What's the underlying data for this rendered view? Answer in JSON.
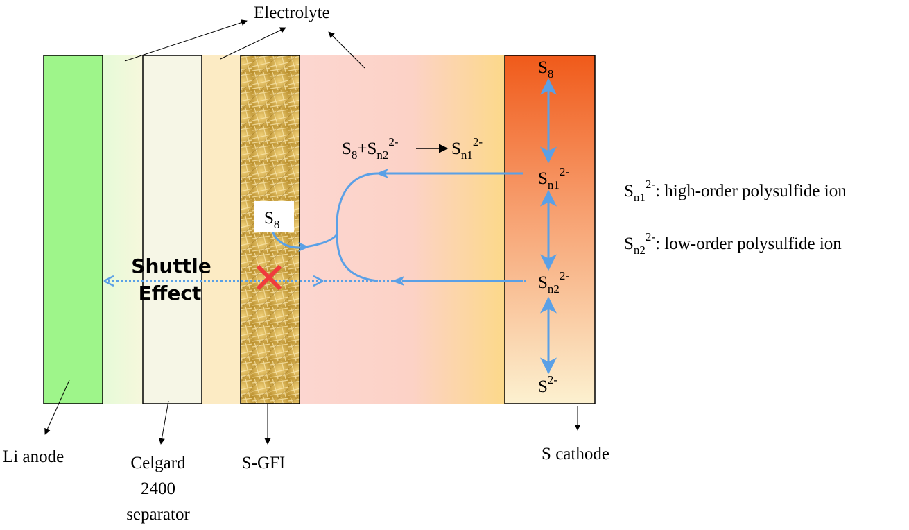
{
  "labels": {
    "electrolyte": "Electrolyte",
    "li_anode": "Li anode",
    "celgard_line1": "Celgard",
    "celgard_line2": "2400",
    "celgard_line3": "separator",
    "s_gfi": "S-GFI",
    "s_cathode": "S cathode",
    "shuttle_line1": "Shuttle",
    "shuttle_line2": "Effect"
  },
  "species": {
    "S": "S",
    "s8_sub": "8",
    "n1_sub": "n1",
    "n2_sub": "n2",
    "charge_2minus": "2-",
    "plus": "+"
  },
  "legend": {
    "high_order": ": high-order polysulfide ion",
    "low_order": ": low-order polysulfide ion"
  },
  "colors": {
    "anode": "#9ef58a",
    "separator_fill": "#f6f6e6",
    "gfi_fill": "#d9b24a",
    "electrolyte_pink": "#fcd6d0",
    "electrolyte_gold": "#fcd98a",
    "cathode_top": "#f05a1a",
    "cathode_bottom": "#fcf1d0",
    "arrow_blue": "#5aa0e6",
    "block_x": "#f03c3c"
  }
}
